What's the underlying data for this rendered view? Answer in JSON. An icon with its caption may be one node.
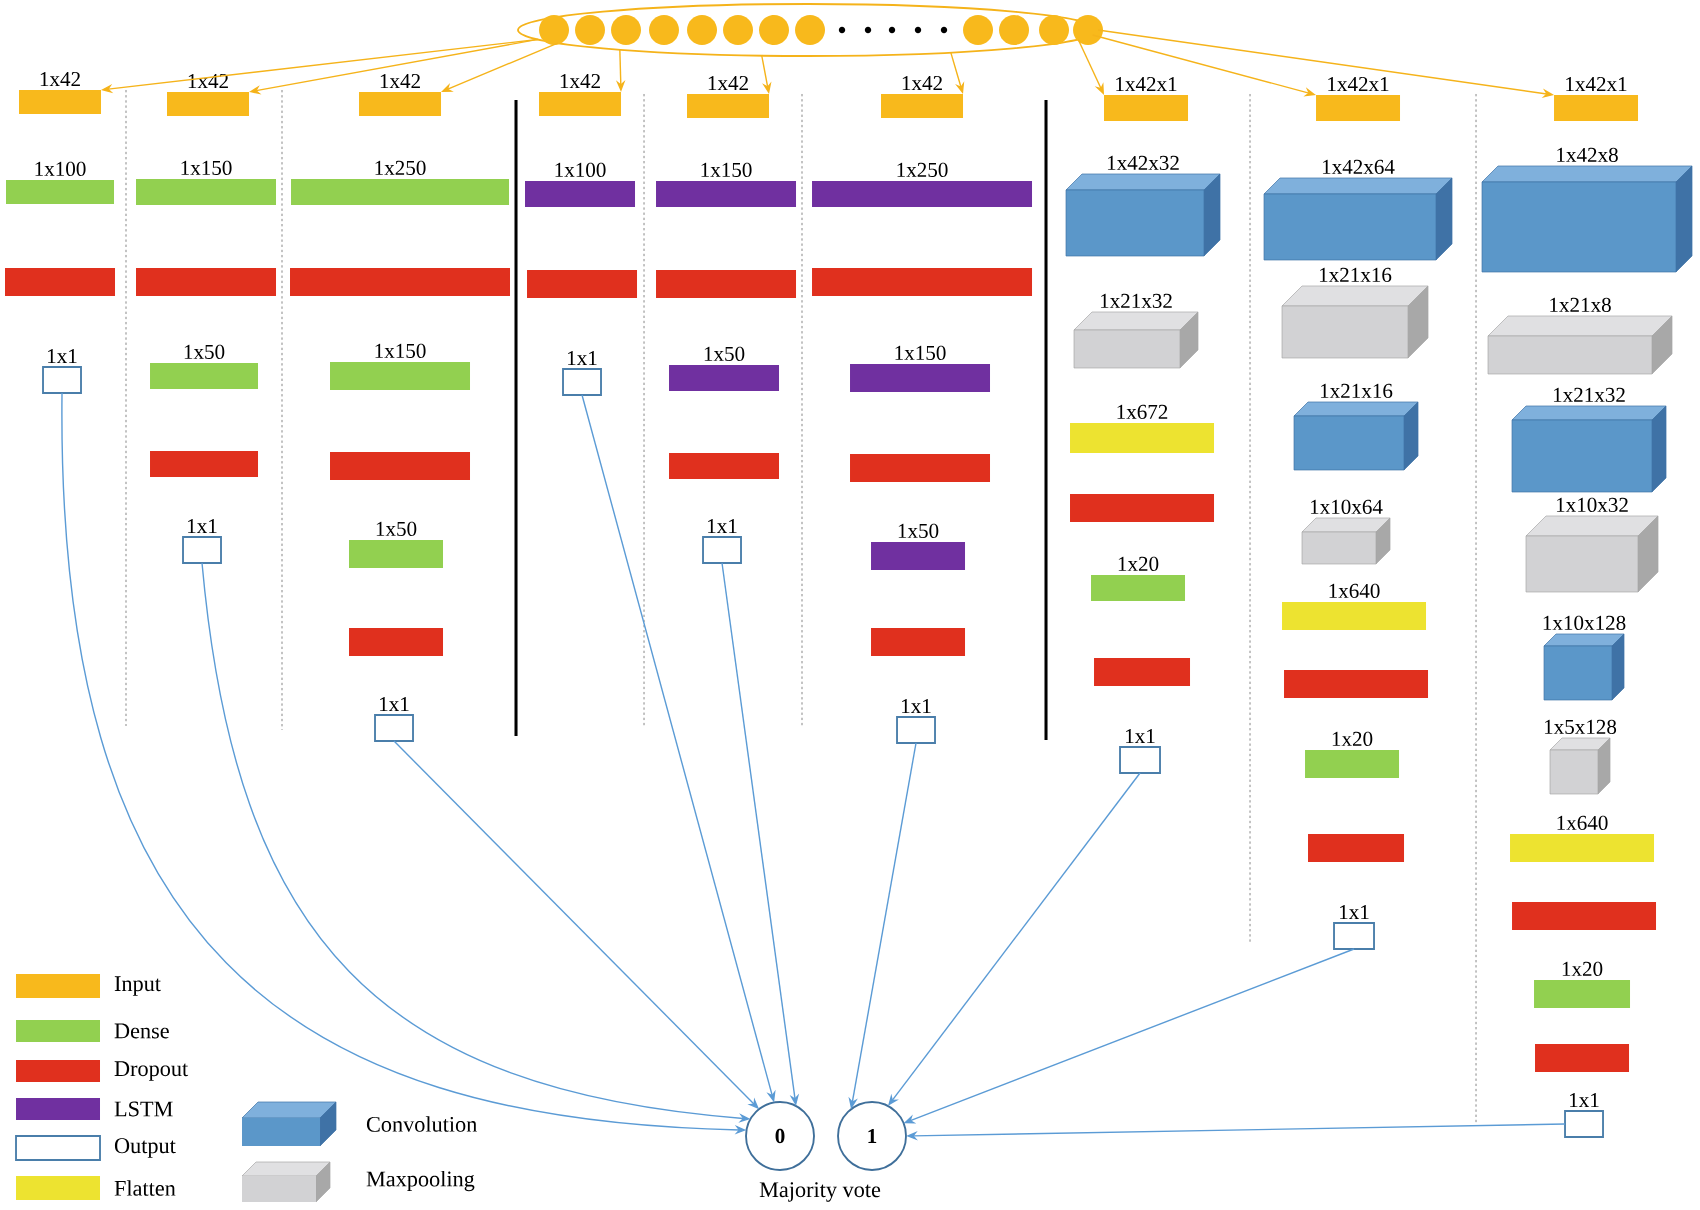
{
  "diagram": {
    "nodes": [
      {
        "text": [],
        "shape": "ellipse"
      },
      {
        "text": [],
        "shape": "bar",
        "beside": [
          "1x42"
        ]
      },
      {
        "text": [],
        "shape": "bar",
        "beside": [
          "1x100"
        ]
      },
      {
        "text": [],
        "shape": "bar"
      },
      {
        "text": [],
        "shape": "box",
        "beside": [
          "1x1"
        ]
      },
      {
        "text": [],
        "shape": "bar",
        "beside": [
          "1x42"
        ]
      },
      {
        "text": [],
        "shape": "bar",
        "beside": [
          "1x150"
        ]
      },
      {
        "text": [],
        "shape": "bar"
      },
      {
        "text": [],
        "shape": "bar",
        "beside": [
          "1x50"
        ]
      },
      {
        "text": [],
        "shape": "bar"
      },
      {
        "text": [],
        "shape": "box",
        "beside": [
          "1x1"
        ]
      },
      {
        "text": [],
        "shape": "bar",
        "beside": [
          "1x42"
        ]
      },
      {
        "text": [],
        "shape": "bar",
        "beside": [
          "1x250"
        ]
      },
      {
        "text": [],
        "shape": "bar"
      },
      {
        "text": [],
        "shape": "bar",
        "beside": [
          "1x150"
        ]
      },
      {
        "text": [],
        "shape": "bar"
      },
      {
        "text": [],
        "shape": "bar",
        "beside": [
          "1x50"
        ]
      },
      {
        "text": [],
        "shape": "bar"
      },
      {
        "text": [],
        "shape": "box",
        "beside": [
          "1x1"
        ]
      },
      {
        "text": [],
        "shape": "bar",
        "beside": [
          "1x42"
        ]
      },
      {
        "text": [],
        "shape": "bar",
        "beside": [
          "1x100"
        ]
      },
      {
        "text": [],
        "shape": "bar"
      },
      {
        "text": [],
        "shape": "box",
        "beside": [
          "1x1"
        ]
      },
      {
        "text": [],
        "shape": "bar",
        "beside": [
          "1x42"
        ]
      },
      {
        "text": [],
        "shape": "bar",
        "beside": [
          "1x150"
        ]
      },
      {
        "text": [],
        "shape": "bar"
      },
      {
        "text": [],
        "shape": "bar",
        "beside": [
          "1x50"
        ]
      },
      {
        "text": [],
        "shape": "bar"
      },
      {
        "text": [],
        "shape": "box",
        "beside": [
          "1x1"
        ]
      },
      {
        "text": [],
        "shape": "bar",
        "beside": [
          "1x42"
        ]
      },
      {
        "text": [],
        "shape": "bar",
        "beside": [
          "1x250"
        ]
      },
      {
        "text": [],
        "shape": "bar"
      },
      {
        "text": [],
        "shape": "bar",
        "beside": [
          "1x150"
        ]
      },
      {
        "text": [],
        "shape": "bar"
      },
      {
        "text": [],
        "shape": "bar",
        "beside": [
          "1x50"
        ]
      },
      {
        "text": [],
        "shape": "bar"
      },
      {
        "text": [],
        "shape": "box",
        "beside": [
          "1x1"
        ]
      },
      {
        "text": [],
        "shape": "bar",
        "beside": [
          "1x42x1"
        ]
      },
      {
        "text": [],
        "shape": "cuboid",
        "beside": [
          "1x42x32"
        ]
      },
      {
        "text": [],
        "shape": "cuboid",
        "beside": [
          "1x21x32"
        ]
      },
      {
        "text": [],
        "shape": "bar",
        "beside": [
          "1x672"
        ]
      },
      {
        "text": [],
        "shape": "bar"
      },
      {
        "text": [],
        "shape": "bar",
        "beside": [
          "1x20"
        ]
      },
      {
        "text": [],
        "shape": "bar"
      },
      {
        "text": [],
        "shape": "box",
        "beside": [
          "1x1"
        ]
      },
      {
        "text": [],
        "shape": "bar",
        "beside": [
          "1x42x1"
        ]
      },
      {
        "text": [],
        "shape": "cuboid",
        "beside": [
          "1x42x64"
        ]
      },
      {
        "text": [],
        "shape": "cuboid",
        "beside": [
          "1x21x16"
        ]
      },
      {
        "text": [],
        "shape": "cuboid",
        "beside": [
          "1x21x16"
        ]
      },
      {
        "text": [],
        "shape": "cuboid",
        "beside": [
          "1x10x64"
        ]
      },
      {
        "text": [],
        "shape": "bar",
        "beside": [
          "1x640"
        ]
      },
      {
        "text": [],
        "shape": "bar"
      },
      {
        "text": [],
        "shape": "bar",
        "beside": [
          "1x20"
        ]
      },
      {
        "text": [],
        "shape": "bar"
      },
      {
        "text": [],
        "shape": "box",
        "beside": [
          "1x1"
        ]
      },
      {
        "text": [],
        "shape": "bar",
        "beside": [
          "1x42x1"
        ]
      },
      {
        "text": [],
        "shape": "cuboid",
        "beside": [
          "1x42x8"
        ]
      },
      {
        "text": [],
        "shape": "cuboid",
        "beside": [
          "1x21x8"
        ]
      },
      {
        "text": [],
        "shape": "cuboid",
        "beside": [
          "1x21x32"
        ]
      },
      {
        "text": [],
        "shape": "cuboid",
        "beside": [
          "1x10x32"
        ]
      },
      {
        "text": [],
        "shape": "cuboid",
        "beside": [
          "1x10x128"
        ]
      },
      {
        "text": [],
        "shape": "cuboid",
        "beside": [
          "1x5x128"
        ]
      },
      {
        "text": [],
        "shape": "bar",
        "beside": [
          "1x640"
        ]
      },
      {
        "text": [],
        "shape": "bar"
      },
      {
        "text": [],
        "shape": "bar",
        "beside": [
          "1x20"
        ]
      },
      {
        "text": [],
        "shape": "bar"
      },
      {
        "text": [],
        "shape": "box",
        "beside": [
          "1x1"
        ]
      },
      {
        "text": [
          "0"
        ]
      },
      {
        "text": [
          "1"
        ]
      }
    ],
    "edges": [
      {
        "from": 0,
        "to": 1,
        "arrow": "to",
        "color": "#f5b31a"
      },
      {
        "from": 0,
        "to": 5,
        "arrow": "to",
        "color": "#f5b31a"
      },
      {
        "from": 0,
        "to": 11,
        "arrow": "to",
        "color": "#f5b31a"
      },
      {
        "from": 0,
        "to": 19,
        "arrow": "to",
        "color": "#f5b31a"
      },
      {
        "from": 0,
        "to": 23,
        "arrow": "to",
        "color": "#f5b31a"
      },
      {
        "from": 0,
        "to": 29,
        "arrow": "to",
        "color": "#f5b31a"
      },
      {
        "from": 0,
        "to": 37,
        "arrow": "to",
        "color": "#f5b31a"
      },
      {
        "from": 0,
        "to": 45,
        "arrow": "to",
        "color": "#f5b31a"
      },
      {
        "from": 0,
        "to": 55,
        "arrow": "to",
        "color": "#f5b31a"
      },
      {
        "from": 4,
        "to": 67,
        "arrow": "to",
        "color": "#5b9bd5"
      },
      {
        "from": 10,
        "to": 67,
        "arrow": "to",
        "color": "#5b9bd5"
      },
      {
        "from": 18,
        "to": 67,
        "arrow": "to",
        "color": "#5b9bd5"
      },
      {
        "from": 22,
        "to": 67,
        "arrow": "to",
        "color": "#5b9bd5"
      },
      {
        "from": 28,
        "to": 67,
        "arrow": "to",
        "color": "#5b9bd5"
      },
      {
        "from": 36,
        "to": 68,
        "arrow": "to",
        "color": "#5b9bd5"
      },
      {
        "from": 44,
        "to": 68,
        "arrow": "to",
        "color": "#5b9bd5"
      },
      {
        "from": 54,
        "to": 68,
        "arrow": "to",
        "color": "#5b9bd5"
      },
      {
        "from": 66,
        "to": 68,
        "arrow": "to",
        "color": "#5b9bd5"
      }
    ],
    "labels": [
      "Majority vote"
    ],
    "legend": [
      {
        "text": "Input",
        "color": "#f8b91c"
      },
      {
        "text": "Dense",
        "color": "#92d050"
      },
      {
        "text": "Dropout",
        "color": "#e0301e"
      },
      {
        "text": "LSTM",
        "color": "#7030a0"
      },
      {
        "text": "Output"
      },
      {
        "text": "Flatten",
        "color": "#ede330"
      },
      {
        "text": "Convolution"
      },
      {
        "text": "Maxpooling"
      }
    ]
  }
}
